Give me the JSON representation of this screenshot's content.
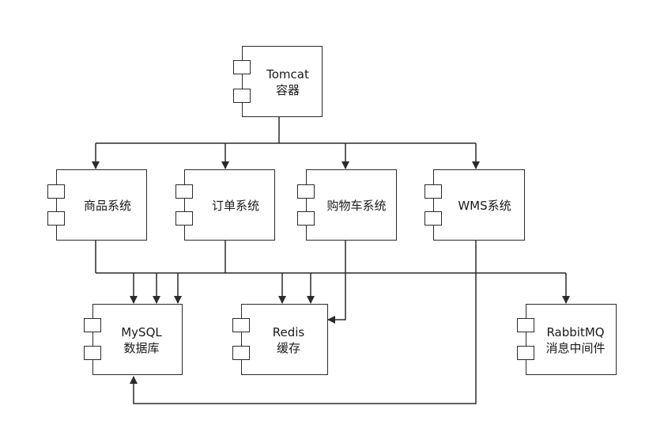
{
  "components": {
    "tomcat": {
      "line1": "Tomcat",
      "line2": "容器"
    },
    "goods": {
      "line1": "商品系统"
    },
    "order": {
      "line1": "订单系统"
    },
    "cart": {
      "line1": "购物车系统"
    },
    "wms": {
      "line1": "WMS系统"
    },
    "mysql": {
      "line1": "MySQL",
      "line2": "数据库"
    },
    "redis": {
      "line1": "Redis",
      "line2": "缓存"
    },
    "rabbitmq": {
      "line1": "RabbitMQ",
      "line2": "消息中间件"
    }
  },
  "colors": {
    "stroke": "#2b2b2b",
    "background": "#ffffff"
  }
}
